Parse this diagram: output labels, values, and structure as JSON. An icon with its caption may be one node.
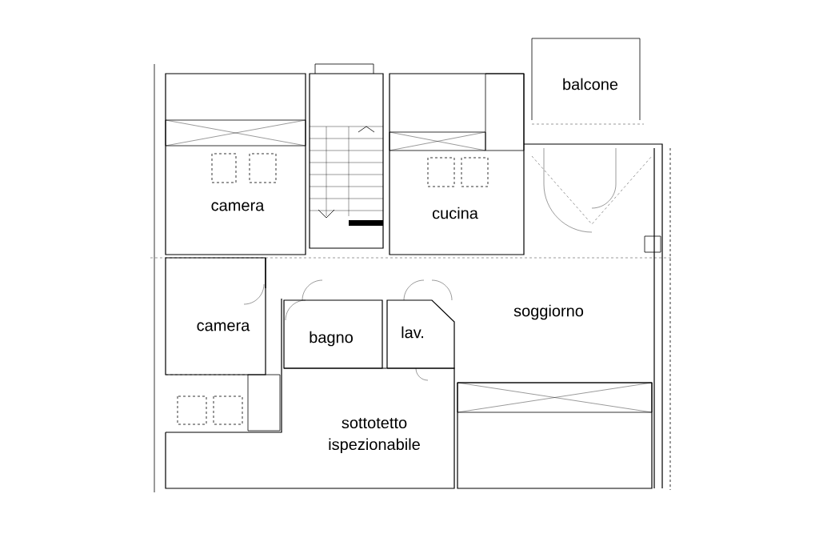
{
  "diagram": {
    "labels": [
      "balcone",
      "camera",
      "cucina",
      "soggiorno",
      "camera",
      "bagno",
      "lav.",
      "sottotetto ispezionabile"
    ]
  }
}
